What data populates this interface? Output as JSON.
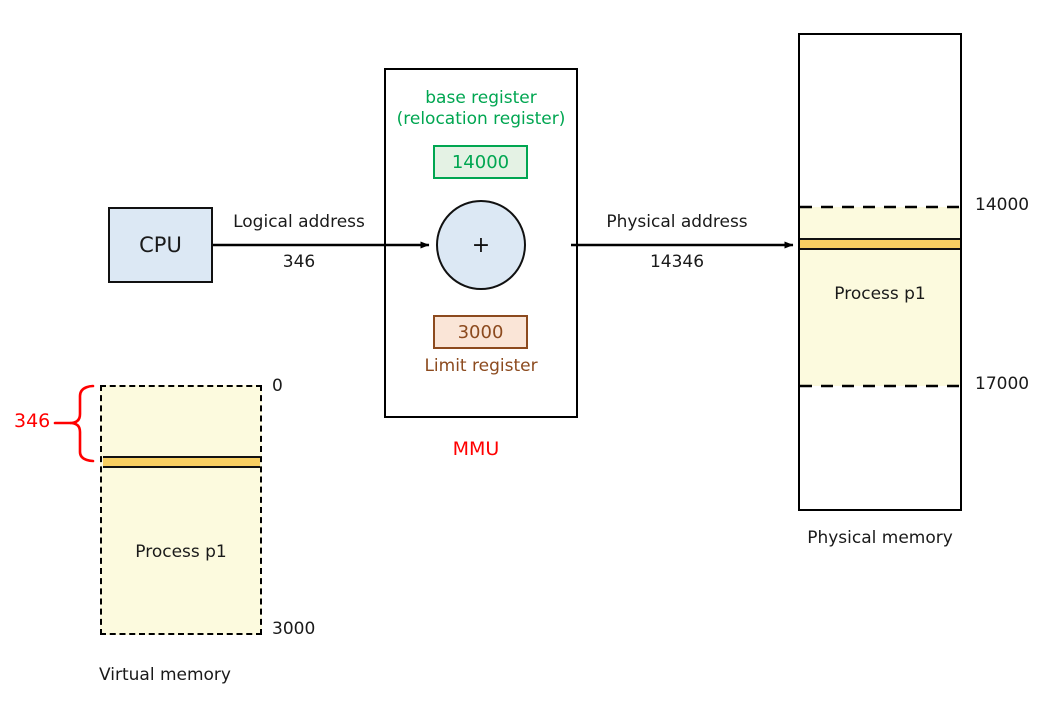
{
  "diagram": {
    "title_not_shown": "",
    "cpu": {
      "label": "CPU"
    },
    "logical_arrow": {
      "label": "Logical address",
      "value": "346"
    },
    "physical_arrow": {
      "label": "Physical address",
      "value": "14346"
    },
    "mmu": {
      "caption": "MMU",
      "base_register": {
        "title_line1": "base register",
        "title_line2": "(relocation register)",
        "value": "14000",
        "color": "#00a651"
      },
      "adder": {
        "symbol": "+"
      },
      "limit_register": {
        "value": "3000",
        "caption": "Limit register",
        "color": "#8c4a1e"
      }
    },
    "virtual_memory": {
      "caption": "Virtual memory",
      "process_label": "Process p1",
      "top_address": "0",
      "bottom_address": "3000",
      "offset_brace_label": "346",
      "offset_brace_color": "#ff0000"
    },
    "physical_memory": {
      "caption": "Physical memory",
      "process_label": "Process p1",
      "base_address": "14000",
      "limit_address": "17000"
    },
    "colors": {
      "cpu_fill": "#dce8f4",
      "memory_fill": "#fcfade",
      "band": "#f8cf61",
      "green": "#00a651",
      "brown": "#8c4a1e",
      "red": "#ff0000"
    }
  }
}
